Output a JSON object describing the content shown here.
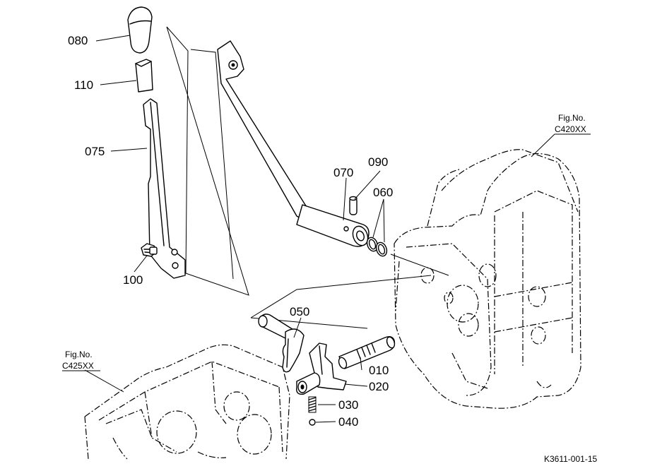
{
  "callouts": {
    "p080": "080",
    "p110": "110",
    "p075": "075",
    "p100": "100",
    "p070": "070",
    "p090": "090",
    "p060": "060",
    "p050": "050",
    "p010": "010",
    "p020": "020",
    "p030": "030",
    "p040": "040"
  },
  "references": {
    "right_fig_label": "Fig.No.",
    "right_fig_no": "C420XX",
    "left_fig_label": "Fig.No.",
    "left_fig_no": "C425XX"
  },
  "drawing_code": "K3611-001-15"
}
